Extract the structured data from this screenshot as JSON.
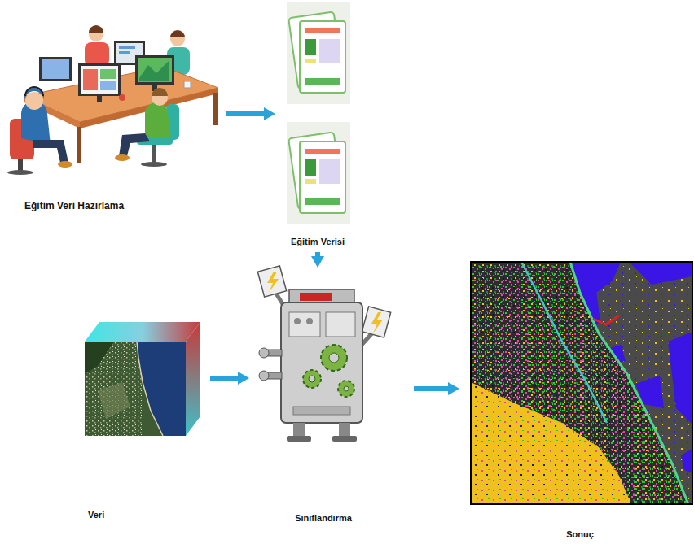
{
  "diagram": {
    "nodes": [
      {
        "text": [
          "Eğitim Veri Hazırlama"
        ]
      },
      {
        "text": [
          "Eğitim Verisi"
        ]
      },
      {
        "text": [
          "Veri"
        ]
      },
      {
        "text": [
          "Sınıflandırma"
        ]
      },
      {
        "text": [
          "Sonuç"
        ]
      }
    ],
    "edges": [
      {
        "from": 0,
        "to": 1,
        "arrow": "to"
      },
      {
        "from": 1,
        "to": 3,
        "arrow": "to"
      },
      {
        "from": 2,
        "to": 3,
        "arrow": "to"
      },
      {
        "from": 3,
        "to": 4,
        "arrow": "to"
      }
    ]
  }
}
